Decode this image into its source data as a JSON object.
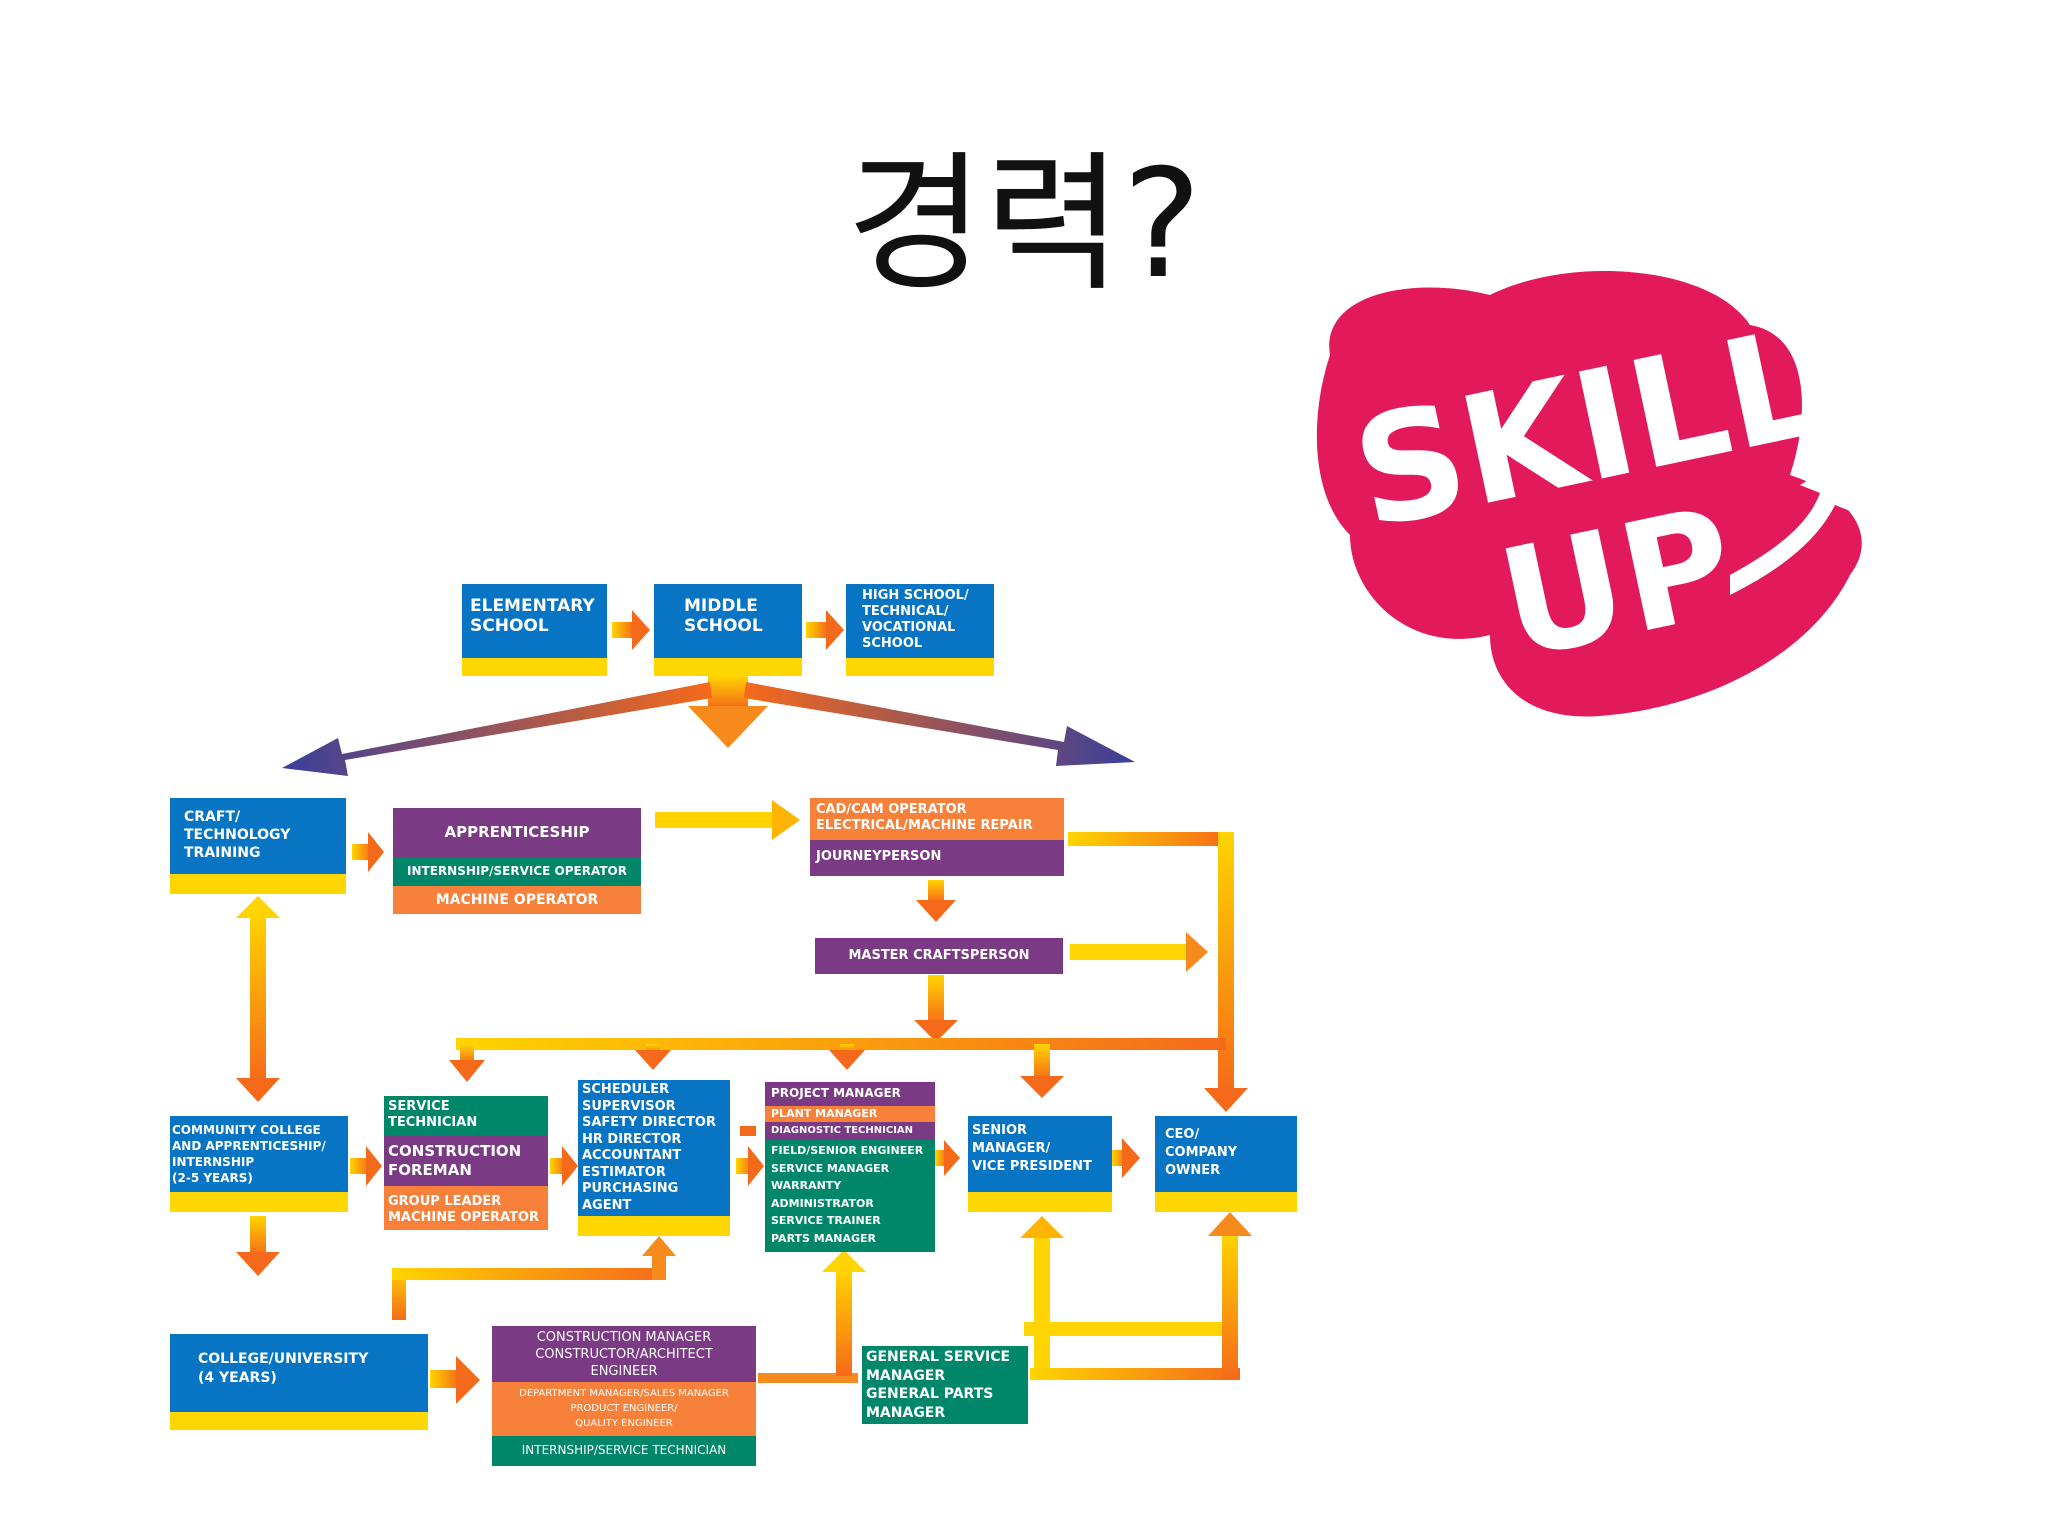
{
  "title": "경력?",
  "logo": {
    "line1": "SKILL",
    "line2": "UP",
    "color": "#e2195a"
  },
  "colors": {
    "blue": "#0874c4",
    "yellow": "#ffd700",
    "purple": "#7a3a84",
    "green": "#00876a",
    "orange": "#f7813a",
    "arrow_orange": "#f89a2a",
    "arrow_navy": "#3a3f9a"
  },
  "boxes": {
    "elementary": "ELEMENTARY\nSCHOOL",
    "middle": "MIDDLE\nSCHOOL",
    "highschool": "HIGH SCHOOL/\nTECHNICAL/\nVOCATIONAL\nSCHOOL",
    "craft": "CRAFT/\nTECHNOLOGY\nTRAINING",
    "apprenticeship": {
      "title": "APPRENTICESHIP",
      "internship": "INTERNSHIP/SERVICE OPERATOR",
      "machine": "MACHINE OPERATOR"
    },
    "cadcam": {
      "top": "CAD/CAM OPERATOR\nELECTRICAL/MACHINE REPAIR",
      "journey": "JOURNEYPERSON"
    },
    "master": "MASTER CRAFTSPERSON",
    "community": "COMMUNITY COLLEGE\nAND APPRENTICESHIP/\nINTERNSHIP\n(2-5 YEARS)",
    "service_tech": {
      "tech": "SERVICE\nTECHNICIAN",
      "foreman": "CONSTRUCTION\nFOREMAN",
      "leader": "GROUP LEADER\nMACHINE OPERATOR"
    },
    "scheduler": "SCHEDULER\nSUPERVISOR\nSAFETY DIRECTOR\nHR DIRECTOR\nACCOUNTANT\nESTIMATOR\nPURCHASING\nAGENT",
    "project": {
      "pm": "PROJECT MANAGER",
      "plant": "PLANT MANAGER",
      "diag": "DIAGNOSTIC TECHNICIAN",
      "rest": "FIELD/SENIOR ENGINEER\nSERVICE MANAGER\nWARRANTY\nADMINISTRATOR\nSERVICE TRAINER\nPARTS MANAGER"
    },
    "senior": "SENIOR\nMANAGER/\nVICE PRESIDENT",
    "ceo": "CEO/\nCOMPANY\nOWNER",
    "college": "COLLEGE/UNIVERSITY\n(4 YEARS)",
    "construction_mgr": {
      "top": "CONSTRUCTION MANAGER\nCONSTRUCTOR/ARCHITECT\nENGINEER",
      "dept": "DEPARTMENT MANAGER/SALES MANAGER\nPRODUCT ENGINEER/\nQUALITY ENGINEER",
      "intern": "INTERNSHIP/SERVICE TECHNICIAN"
    },
    "general": "GENERAL SERVICE\nMANAGER\nGENERAL PARTS\nMANAGER"
  }
}
